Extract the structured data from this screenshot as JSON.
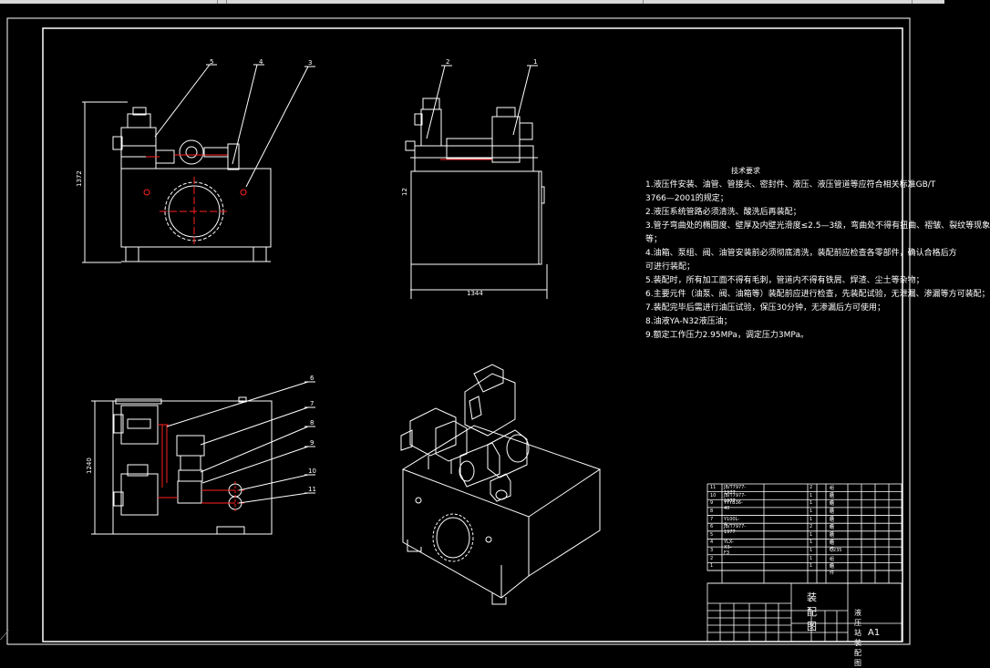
{
  "title_block": {
    "drawing_title": "装配图",
    "drawing_name": "液压站装配图",
    "sheet_size": "A1"
  },
  "technical_requirements": {
    "title": "技术要求",
    "lines": [
      "1.液压件安装、油管、管接头、密封件、液压、液压管道等应符合相关标准GB/T",
      "3766—2001的规定；",
      "2.液压系统管路必须清洗、酸洗后再装配；",
      "3.管子弯曲处的椭圆度、壁厚及内壁光滑度≤2.5—3级，弯曲处不得有扭曲、褶皱、裂纹等现象",
      "等；",
      "4.油箱、泵组、阀、油管安装前必须彻底清洗，装配前应检查各零部件，确认合格后方",
      "可进行装配；",
      "5.装配时，所有加工面不得有毛刺，管道内不得有铁屑、焊渣、尘土等杂物；",
      "6.主要元件（油泵、阀、油箱等）装配前应进行检查，先装配试验，无泄漏、渗漏等方可装配；",
      "7.装配完毕后需进行油压试验，保压30分钟，无渗漏后方可使用；",
      "8.油液YA-N32液压油；",
      "9.额定工作压力2.95MPa，调定压力3MPa。"
    ]
  },
  "leaders": [
    "1",
    "2",
    "3",
    "4",
    "5",
    "6",
    "7",
    "8",
    "9",
    "10",
    "11"
  ],
  "parts_list_rows": [
    {
      "no": "11",
      "code": "JB/T7977-1977",
      "qty": "2",
      "mat": "组件"
    },
    {
      "no": "10",
      "code": "JB/T7977-1977",
      "qty": "1",
      "mat": "组件"
    },
    {
      "no": "9",
      "code": "YYYB36-40",
      "qty": "1",
      "mat": "组件"
    },
    {
      "no": "8",
      "code": "",
      "qty": "1",
      "mat": "组件"
    },
    {
      "no": "7",
      "code": "Y100L-4",
      "qty": "1",
      "mat": "组件"
    },
    {
      "no": "6",
      "code": "JB/T7977-1977",
      "qty": "2",
      "mat": "组件"
    },
    {
      "no": "5",
      "code": "",
      "qty": "1",
      "mat": "组件"
    },
    {
      "no": "4",
      "code": "YLX-X3-F3",
      "qty": "1",
      "mat": "组件"
    },
    {
      "no": "3",
      "code": "",
      "qty": "1",
      "mat": "Q235"
    },
    {
      "no": "2",
      "code": "",
      "qty": "1",
      "mat": "组件"
    },
    {
      "no": "1",
      "code": "",
      "qty": "1",
      "mat": "组件"
    }
  ],
  "colors": {
    "line": "#ffffff",
    "center": "#ff2020",
    "frame": "#ffffff"
  }
}
